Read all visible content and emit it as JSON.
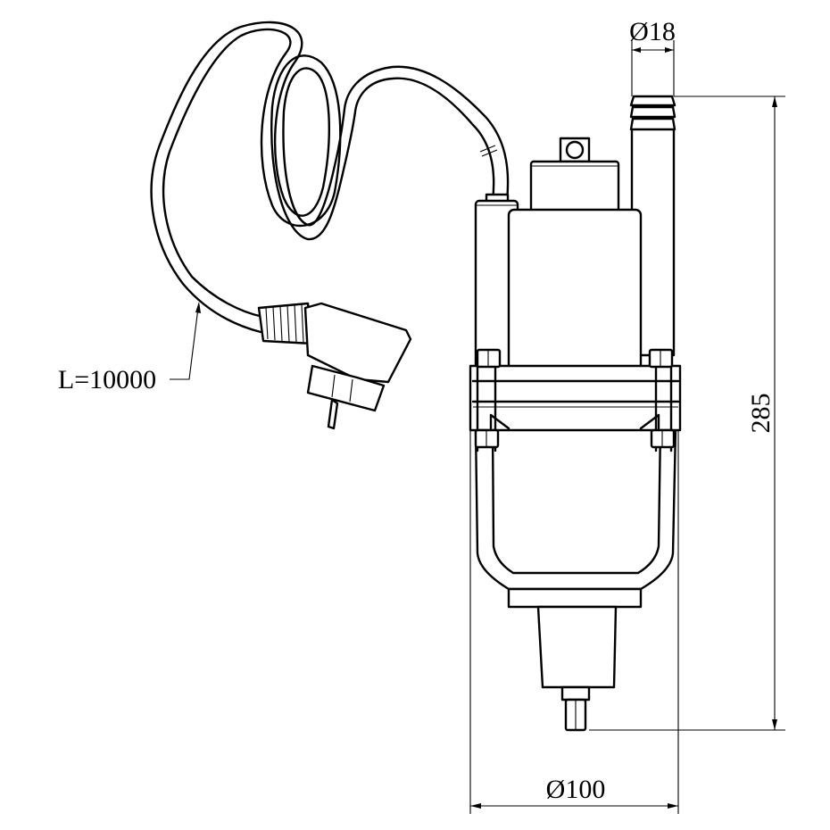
{
  "drawing": {
    "outlet_diameter": "Ø18",
    "height": "285",
    "body_diameter": "Ø100",
    "cable_length": "L=10000"
  }
}
